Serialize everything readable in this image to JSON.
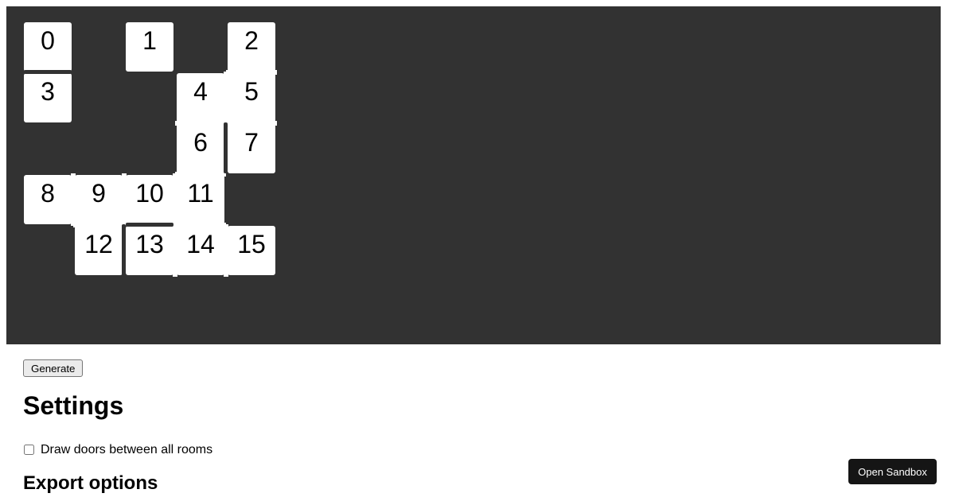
{
  "map": {
    "background": "#323232",
    "room_fill": "#ffffff",
    "label_color": "#000000",
    "rooms": [
      {
        "label": "0",
        "col": 0,
        "row": 0
      },
      {
        "label": "1",
        "col": 2,
        "row": 0
      },
      {
        "label": "2",
        "col": 4,
        "row": 0
      },
      {
        "label": "3",
        "col": 0,
        "row": 1
      },
      {
        "label": "4",
        "col": 3,
        "row": 1
      },
      {
        "label": "5",
        "col": 4,
        "row": 1
      },
      {
        "label": "6",
        "col": 3,
        "row": 2
      },
      {
        "label": "7",
        "col": 4,
        "row": 2
      },
      {
        "label": "8",
        "col": 0,
        "row": 3
      },
      {
        "label": "9",
        "col": 1,
        "row": 3
      },
      {
        "label": "10",
        "col": 2,
        "row": 3
      },
      {
        "label": "11",
        "col": 3,
        "row": 3
      },
      {
        "label": "12",
        "col": 1,
        "row": 4
      },
      {
        "label": "13",
        "col": 2,
        "row": 4
      },
      {
        "label": "14",
        "col": 3,
        "row": 4
      },
      {
        "label": "15",
        "col": 4,
        "row": 4
      }
    ],
    "doors": [
      {
        "a": 2,
        "b": 5,
        "dir": "v"
      },
      {
        "a": 4,
        "b": 6,
        "dir": "v"
      },
      {
        "a": 5,
        "b": 7,
        "dir": "v"
      },
      {
        "a": 6,
        "b": 11,
        "dir": "v"
      },
      {
        "a": 9,
        "b": 12,
        "dir": "v"
      },
      {
        "a": 11,
        "b": 14,
        "dir": "v"
      },
      {
        "a": 4,
        "b": 5,
        "dir": "h"
      },
      {
        "a": 8,
        "b": 9,
        "dir": "h"
      },
      {
        "a": 9,
        "b": 10,
        "dir": "h"
      },
      {
        "a": 10,
        "b": 11,
        "dir": "h"
      },
      {
        "a": 13,
        "b": 14,
        "dir": "h"
      },
      {
        "a": 14,
        "b": 15,
        "dir": "h"
      }
    ],
    "walls": [
      {
        "a": 0,
        "b": 3,
        "dir": "v"
      },
      {
        "a": 10,
        "b": 13,
        "dir": "v"
      },
      {
        "a": 6,
        "b": 7,
        "dir": "h"
      },
      {
        "a": 12,
        "b": 13,
        "dir": "h"
      }
    ]
  },
  "toolbar": {
    "generate_label": "Generate"
  },
  "settings": {
    "heading": "Settings",
    "draw_doors_label": "Draw doors between all rooms",
    "draw_doors_checked": false
  },
  "export_options": {
    "heading": "Export options"
  },
  "badge": {
    "open_sandbox_label": "Open Sandbox"
  }
}
